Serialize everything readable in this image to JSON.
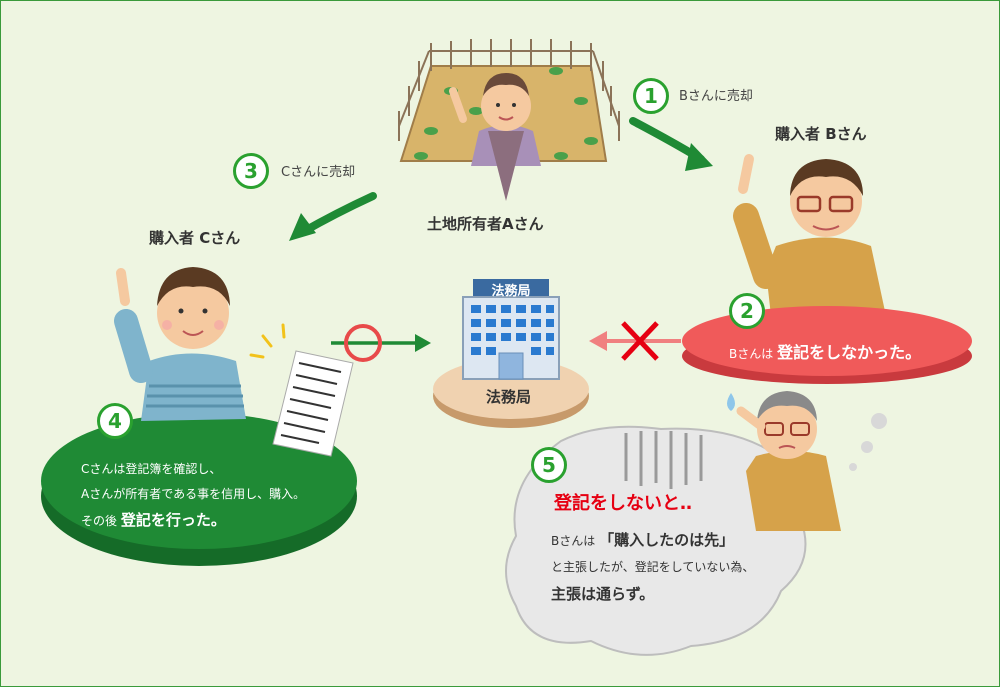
{
  "steps": [
    {
      "number": "1",
      "label": "Bさんに売却"
    },
    {
      "number": "2"
    },
    {
      "number": "3",
      "label": "Cさんに売却"
    },
    {
      "number": "4"
    },
    {
      "number": "5"
    }
  ],
  "people": {
    "owner": "土地所有者Aさん",
    "buyer_b": "購入者 Bさん",
    "buyer_c": "購入者 Cさん"
  },
  "registry": {
    "sign": "法務局",
    "label": "法務局"
  },
  "b_note": {
    "prefix": "Bさんは",
    "emphasis": "登記をしなかった。"
  },
  "c_note": {
    "line1": "Cさんは登記簿を確認し、",
    "line2": "Aさんが所有者である事を信用し、購入。",
    "line3_prefix": "その後",
    "line3_emphasis": "登記を行った。"
  },
  "warning": {
    "headline": "登記をしないと‥",
    "line1_prefix": "Bさんは",
    "line1_quote": "「購入したのは先」",
    "line2": "と主張したが、登記をしていない為、",
    "line3": "主張は通らず。"
  },
  "colors": {
    "accent_green": "#2aa12f",
    "accent_red": "#e84a4a",
    "dark_green": "#1f8a35",
    "warning_red": "#e60012"
  }
}
